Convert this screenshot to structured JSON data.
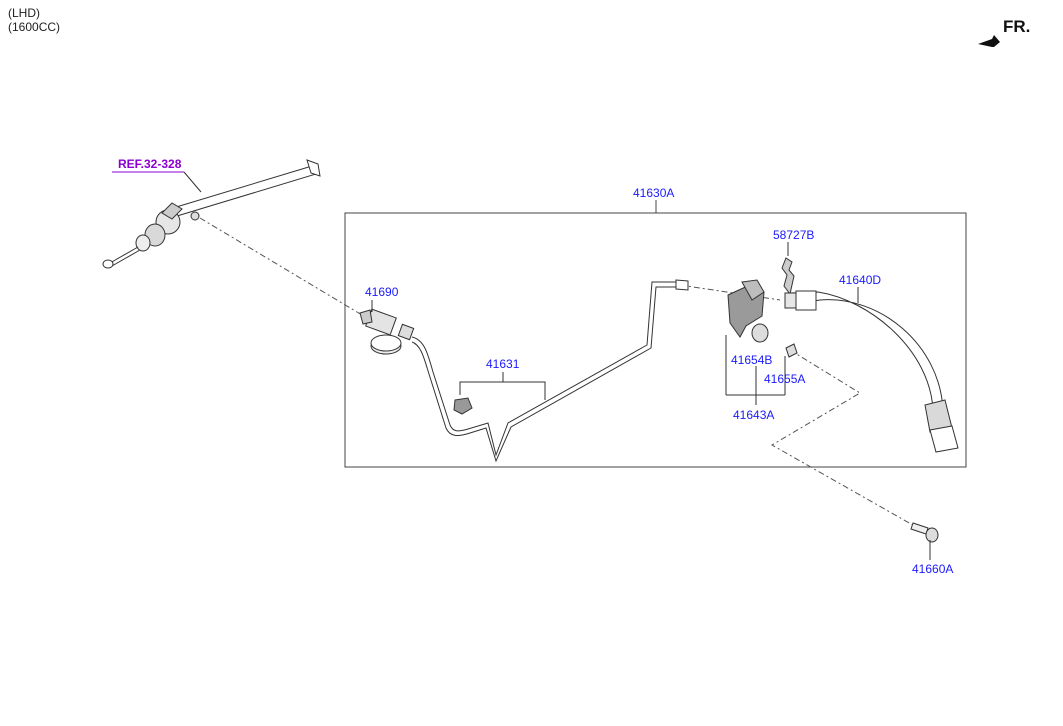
{
  "header": {
    "note_lhd": "(LHD)",
    "note_engine": "(1600CC)",
    "fr_label": "FR."
  },
  "ref_link": "REF.32-328",
  "parts": {
    "p41630A": "41630A",
    "p58727B": "58727B",
    "p41640D": "41640D",
    "p41690": "41690",
    "p41631": "41631",
    "p41654B": "41654B",
    "p41655A": "41655A",
    "p41643A": "41643A",
    "p41660A": "41660A"
  },
  "colors": {
    "part_label": "#1a1aff",
    "ref_label": "#8a00d4",
    "line": "#333333"
  }
}
